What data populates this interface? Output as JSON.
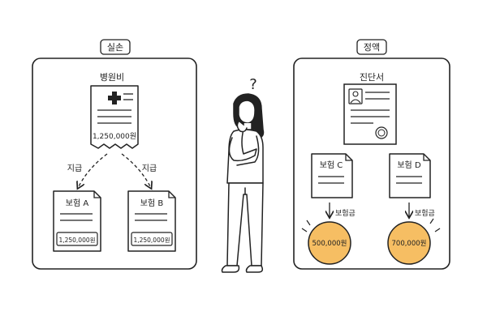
{
  "left_panel": {
    "tab_label": "실손",
    "hospital_doc": {
      "title": "병원비",
      "amount": "1,250,000원"
    },
    "payout_label": "지급",
    "insurance_a": {
      "label": "보험 A",
      "amount": "1,250,000원"
    },
    "insurance_b": {
      "label": "보험 B",
      "amount": "1,250,000원"
    }
  },
  "right_panel": {
    "tab_label": "정액",
    "diagnosis_doc": {
      "title": "진단서"
    },
    "payout_label": "보험금",
    "insurance_c": {
      "label": "보험 C",
      "amount": "500,000원"
    },
    "insurance_d": {
      "label": "보험 D",
      "amount": "700,000원"
    }
  },
  "person": {
    "thought_symbol": "?"
  },
  "colors": {
    "coin": "#F6BE63",
    "stroke": "#222222",
    "background": "#ffffff"
  },
  "icons": [
    "medical-cross-icon",
    "person-icon",
    "seal-icon",
    "question-mark-icon"
  ]
}
